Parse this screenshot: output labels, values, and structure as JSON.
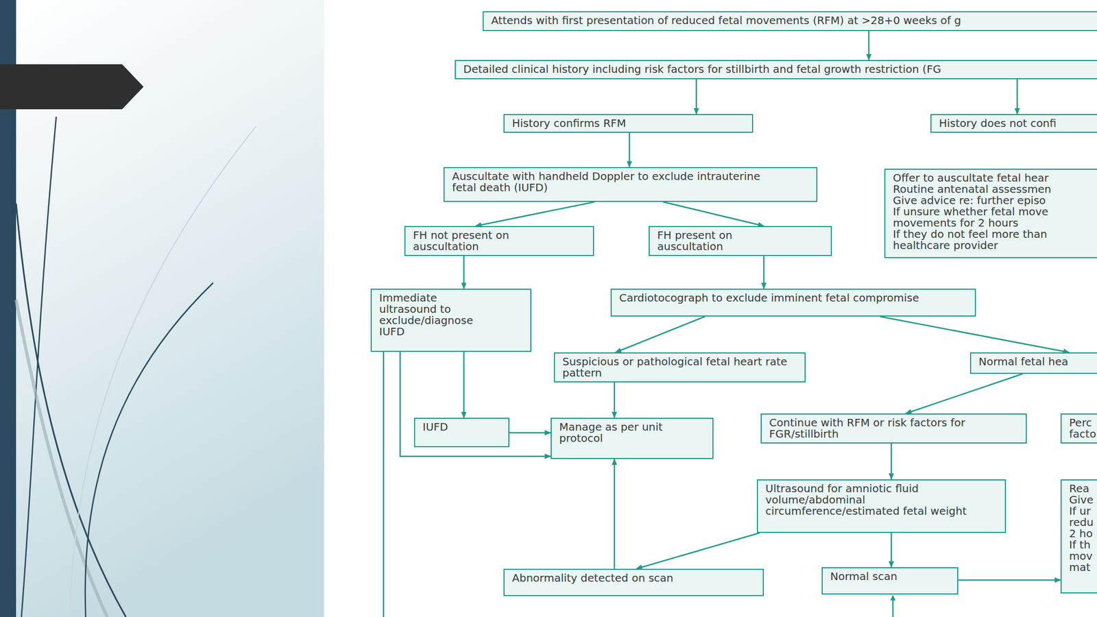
{
  "diagram": {
    "nodes": [
      {
        "text": [
          "Attends with first presentation of reduced fetal movements (RFM) at >28+0 weeks of g"
        ]
      },
      {
        "text": [
          "Detailed clinical history including risk factors for stillbirth and fetal growth restriction (FG"
        ]
      },
      {
        "text": [
          "History confirms RFM"
        ]
      },
      {
        "text": [
          "History does not confi"
        ]
      },
      {
        "text": [
          "Auscultate with handheld Doppler to exclude intrauterine fetal death (IUFD)"
        ]
      },
      {
        "text": [
          "Offer to auscultate fetal hear",
          "Routine antenatal assessmen",
          "Give advice re: further episo",
          "If unsure whether fetal move",
          "movements for 2 hours",
          "If they do not feel more than",
          "healthcare provider"
        ]
      },
      {
        "text": [
          "FH not present on auscultation"
        ]
      },
      {
        "text": [
          "FH present on auscultation"
        ]
      },
      {
        "text": [
          "Immediate ultrasound to exclude/diagnose IUFD"
        ]
      },
      {
        "text": [
          "Cardiotocograph to exclude imminent fetal compromise"
        ]
      },
      {
        "text": [
          "Suspicious or pathological fetal heart rate pattern"
        ]
      },
      {
        "text": [
          "Normal fetal hea"
        ]
      },
      {
        "text": [
          "IUFD"
        ]
      },
      {
        "text": [
          "Manage as per unit protocol"
        ]
      },
      {
        "text": [
          "Continue with RFM or risk factors for FGR/stillbirth"
        ]
      },
      {
        "text": [
          "Perc",
          "facto"
        ]
      },
      {
        "text": [
          "Ultrasound for amniotic fluid volume/abdominal circumference/estimated fetal weight"
        ]
      },
      {
        "text": [
          "Rea",
          "Give",
          "If ur",
          "redu",
          "2 ho",
          "If th",
          "mov",
          "mat"
        ]
      },
      {
        "text": [
          "Abnormality detected on scan"
        ]
      },
      {
        "text": [
          "Normal scan"
        ]
      }
    ],
    "edges": [
      {
        "from": 0,
        "to": 1,
        "arrow": "to"
      },
      {
        "from": 1,
        "to": 2,
        "arrow": "to"
      },
      {
        "from": 1,
        "to": 3,
        "arrow": "to"
      },
      {
        "from": 2,
        "to": 4,
        "arrow": "to"
      },
      {
        "from": 4,
        "to": 6,
        "arrow": "to"
      },
      {
        "from": 4,
        "to": 7,
        "arrow": "to"
      },
      {
        "from": 6,
        "to": 8,
        "arrow": "to"
      },
      {
        "from": 7,
        "to": 9,
        "arrow": "to"
      },
      {
        "from": 8,
        "to": 12,
        "arrow": "to"
      },
      {
        "from": 8,
        "to": 13,
        "arrow": "to"
      },
      {
        "from": 12,
        "to": 13,
        "arrow": "to"
      },
      {
        "from": 9,
        "to": 10,
        "arrow": "to"
      },
      {
        "from": 9,
        "to": 11,
        "arrow": "to"
      },
      {
        "from": 10,
        "to": 13,
        "arrow": "to"
      },
      {
        "from": 11,
        "to": 14,
        "arrow": "to"
      },
      {
        "from": 14,
        "to": 16,
        "arrow": "to"
      },
      {
        "from": 16,
        "to": 18,
        "arrow": "to"
      },
      {
        "from": 18,
        "to": 13,
        "arrow": "to"
      },
      {
        "from": 16,
        "to": 19,
        "arrow": "to"
      },
      {
        "from": 19,
        "to": 17,
        "arrow": "to"
      }
    ]
  }
}
